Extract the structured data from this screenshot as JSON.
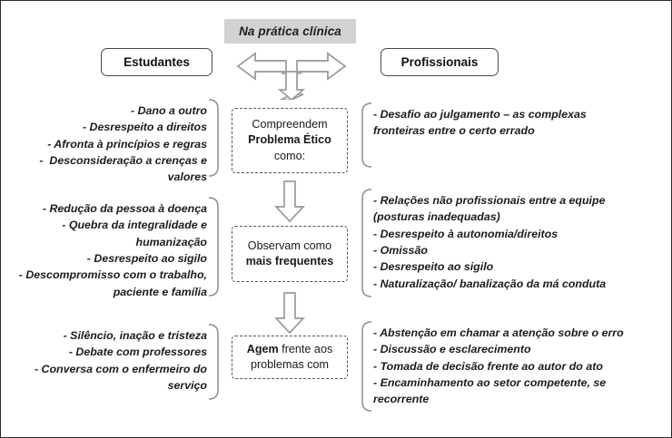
{
  "diagram": {
    "title": "Na prática clínica",
    "columns": {
      "left_header": "Estudantes",
      "right_header": "Profissionais"
    },
    "rows": [
      {
        "center": {
          "pre": "Compreendem",
          "bold": "Problema Ético",
          "post": "como:"
        },
        "left_items": [
          "- Dano a outro",
          "- Desrespeito a direitos",
          "- Afronta à princípios e regras",
          "-  Desconsideração a crenças e valores"
        ],
        "right_items": [
          "- Desafio ao julgamento – as complexas fronteiras entre o certo errado"
        ]
      },
      {
        "center": {
          "pre": "Observam como",
          "bold": "mais frequentes",
          "post": ""
        },
        "left_items": [
          "- Redução da pessoa à doença",
          "- Quebra da integralidade e humanização",
          "- Desrespeito ao sigilo",
          "- Descompromisso com o trabalho, paciente e família"
        ],
        "right_items": [
          "- Relações não profissionais entre a equipe (posturas inadequadas)",
          "- Desrespeito à autonomia/direitos",
          "- Omissão",
          "- Desrespeito ao sigilo",
          "- Naturalização/ banalização da má conduta"
        ]
      },
      {
        "center": {
          "pre": "",
          "bold": "Agem",
          "post": "frente aos problemas com"
        },
        "left_items": [
          "- Silêncio, inação e tristeza",
          "- Debate com professores",
          "- Conversa com o enfermeiro do serviço"
        ],
        "right_items": [
          "- Abstenção em chamar a atenção sobre o erro",
          "- Discussão e esclarecimento",
          "- Tomada de decisão frente ao autor do ato",
          "- Encaminhamento ao setor competente, se recorrente"
        ]
      }
    ],
    "colors": {
      "title_fill": "#d2d2d2",
      "border": "#2b2b2b",
      "arrow_stroke": "#9a9a9a",
      "dashed_border": "#555555"
    }
  }
}
